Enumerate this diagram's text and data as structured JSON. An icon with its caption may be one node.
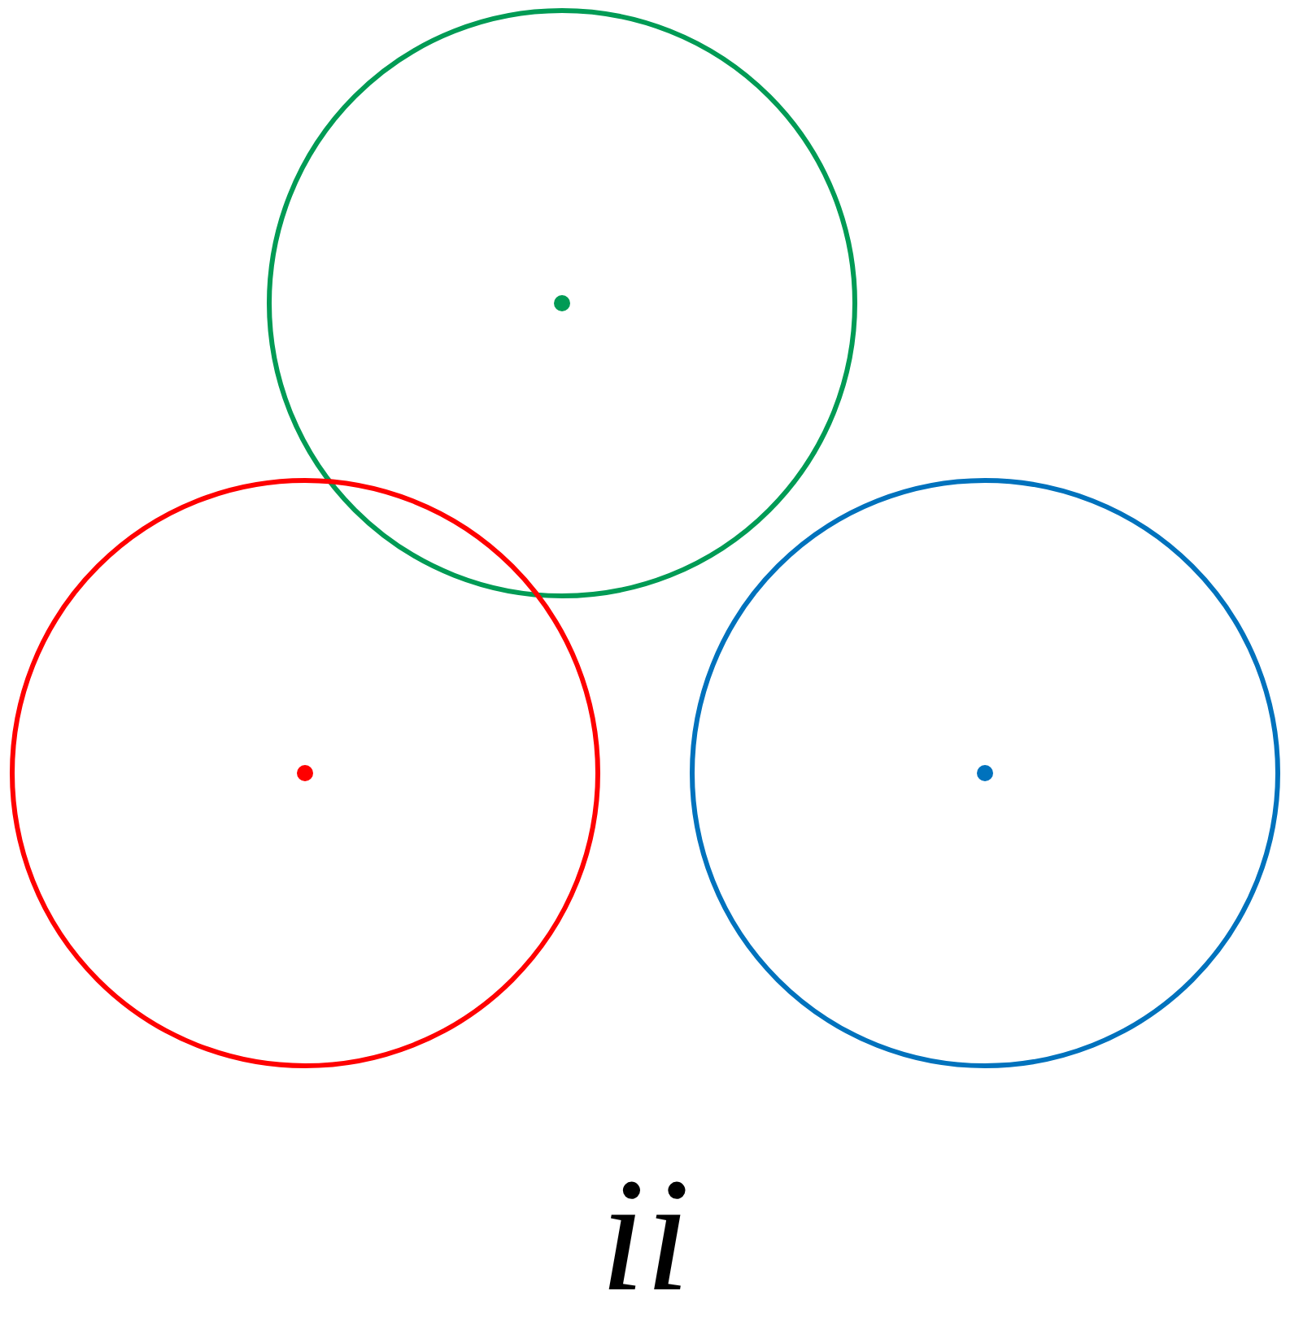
{
  "diagram": {
    "caption": "ii",
    "nodes": [
      {
        "text": [],
        "shape": "circle"
      },
      {
        "text": [],
        "shape": "circle"
      },
      {
        "text": [],
        "shape": "circle"
      }
    ],
    "edges": []
  }
}
